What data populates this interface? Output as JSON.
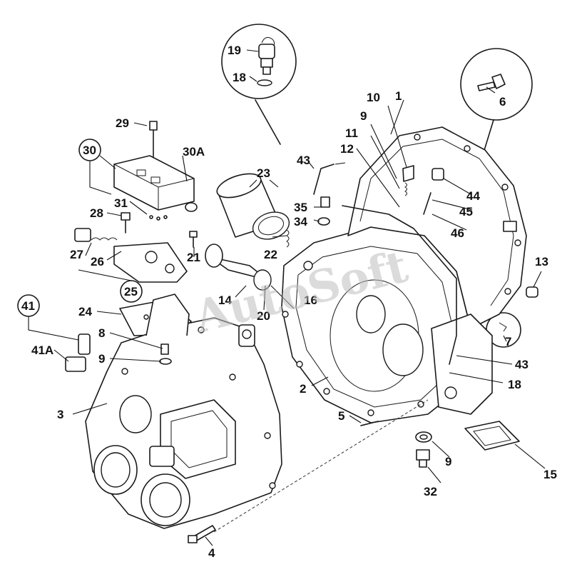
{
  "diagram": {
    "watermark": "AutoSoft",
    "callouts": {
      "c1": "1",
      "c2": "2",
      "c3": "3",
      "c4": "4",
      "c5": "5",
      "c6": "6",
      "c7": "7",
      "c8": "8",
      "c9a": "9",
      "c9b": "9",
      "c9c": "9",
      "c10": "10",
      "c11": "11",
      "c12": "12",
      "c13": "13",
      "c14": "14",
      "c15": "15",
      "c16": "16",
      "c18a": "18",
      "c18b": "18",
      "c19": "19",
      "c20": "20",
      "c21": "21",
      "c22": "22",
      "c23": "23",
      "c24": "24",
      "c25": "25",
      "c26": "26",
      "c27": "27",
      "c28": "28",
      "c29": "29",
      "c30": "30",
      "c30A": "30A",
      "c31": "31",
      "c32": "32",
      "c34": "34",
      "c35": "35",
      "c41": "41",
      "c41A": "41A",
      "c43a": "43",
      "c43b": "43",
      "c44": "44",
      "c45": "45",
      "c46": "46"
    }
  }
}
